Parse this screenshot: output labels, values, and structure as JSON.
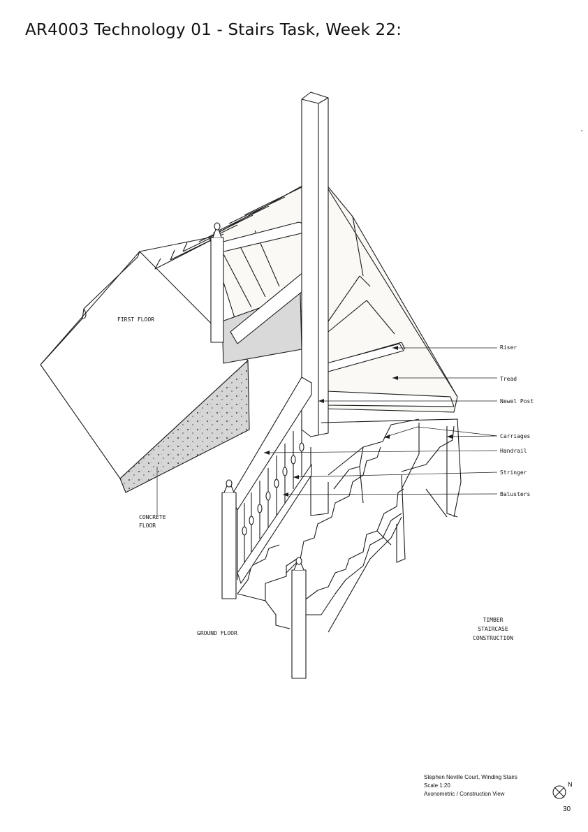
{
  "page": {
    "title": "AR4003 Technology 01 - Stairs Task, Week 22:",
    "number": "30"
  },
  "drawing": {
    "labels": {
      "first_floor": "FIRST FLOOR",
      "concrete_floor": [
        "CONCRETE",
        "FLOOR"
      ],
      "ground_floor": "GROUND FLOOR",
      "timber_construction": [
        "TIMBER",
        "STAIRCASE",
        "CONSTRUCTION"
      ]
    },
    "callouts": [
      "Riser",
      "Tread",
      "Newel Post",
      "Carriages",
      "Handrail",
      "Stringer",
      "Balusters"
    ]
  },
  "info": {
    "line1": "Stephen Neville Court, Winding Stairs",
    "line2": "Scale 1:20",
    "line3": "Axonometric / Construction View"
  },
  "north": {
    "letter": "N"
  }
}
